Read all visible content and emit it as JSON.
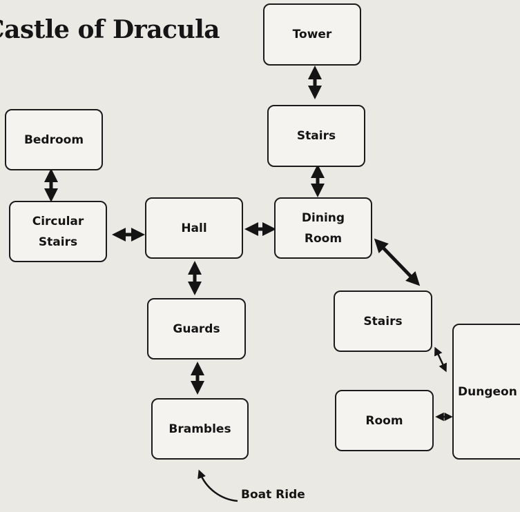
{
  "map": {
    "title": "Castle of Dracula",
    "rooms": {
      "tower": "Tower",
      "stairs_upper": "Stairs",
      "bedroom": "Bedroom",
      "circular_stairs": "Circular\nStairs",
      "hall": "Hall",
      "dining_room": "Dining\nRoom",
      "guards": "Guards",
      "stairs_lower": "Stairs",
      "brambles": "Brambles",
      "room": "Room",
      "dungeon": "Dungeon"
    },
    "entry_note": "Boat Ride"
  },
  "colors": {
    "paper": "#ebe9e4",
    "ink": "#141414",
    "box_fill": "#f4f3ef"
  }
}
